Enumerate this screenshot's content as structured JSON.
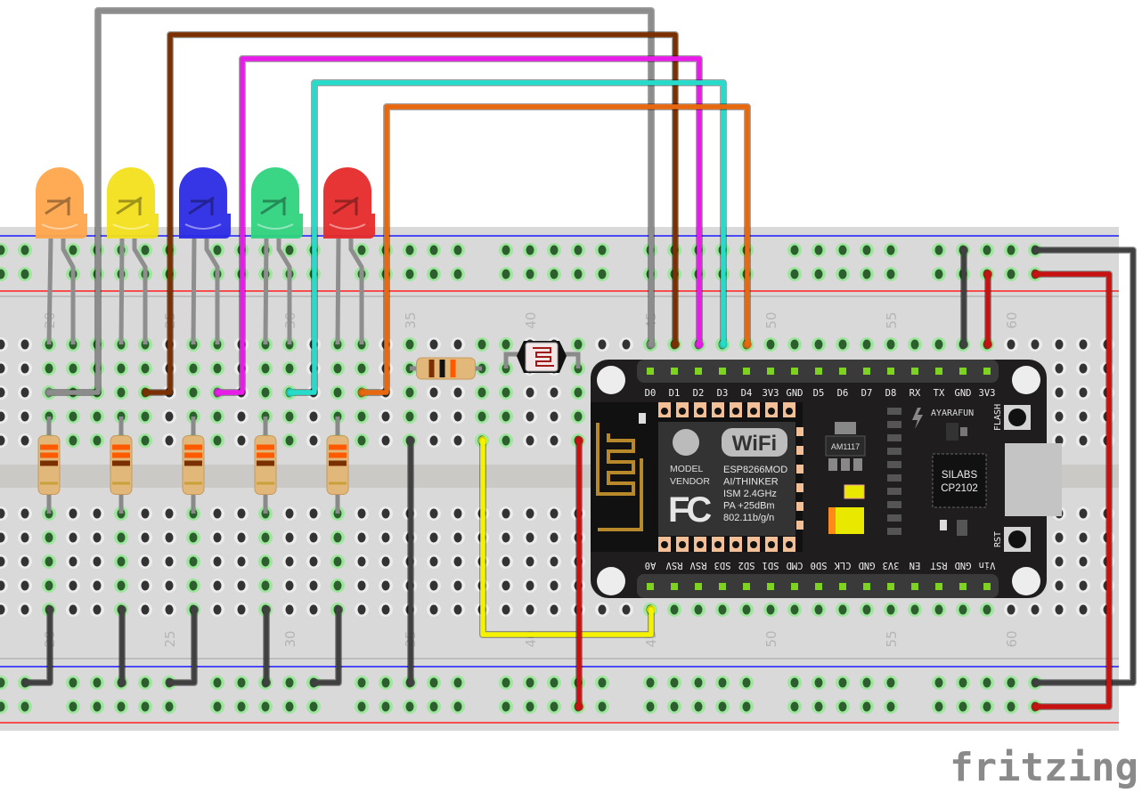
{
  "breadboard": {
    "column_numbers_top": [
      "20",
      "25",
      "30",
      "35",
      "40",
      "45",
      "50",
      "55",
      "60"
    ],
    "column_numbers_bottom": [
      "20",
      "25",
      "30",
      "35",
      "40",
      "45",
      "50",
      "55",
      "60"
    ]
  },
  "leds": [
    {
      "color_name": "orange",
      "color": "#ffa64d"
    },
    {
      "color_name": "yellow",
      "color": "#f3e01e"
    },
    {
      "color_name": "blue",
      "color": "#2b2be6"
    },
    {
      "color_name": "green",
      "color": "#2fd47f"
    },
    {
      "color_name": "red",
      "color": "#e62a2a"
    }
  ],
  "wires": [
    {
      "name": "gray",
      "color": "#8c8c8c"
    },
    {
      "name": "brown",
      "color": "#7a3000"
    },
    {
      "name": "magenta",
      "color": "#e81ce8"
    },
    {
      "name": "cyan",
      "color": "#25dccb"
    },
    {
      "name": "orange",
      "color": "#e8680f"
    },
    {
      "name": "black",
      "color": "#404040"
    },
    {
      "name": "yellow",
      "color": "#f5f200"
    },
    {
      "name": "red",
      "color": "#c81212"
    }
  ],
  "board": {
    "top_pins": [
      "D0",
      "D1",
      "D2",
      "D3",
      "D4",
      "3V3",
      "GND",
      "D5",
      "D6",
      "D7",
      "D8",
      "RX",
      "TX",
      "GND",
      "3V3"
    ],
    "bottom_pins": [
      "A0",
      "RSV",
      "RSV",
      "SD3",
      "SD2",
      "SD1",
      "CMD",
      "SD0",
      "CLK",
      "GND",
      "3V3",
      "EN",
      "RST",
      "GND",
      "Vin"
    ],
    "module": {
      "wifi_logo": "WiFi",
      "model_label": "MODEL",
      "vendor_label": "VENDOR",
      "fc_logo": "FC",
      "lines": [
        "ESP8266MOD",
        "AI/THINKER",
        "ISM 2.4GHz",
        "PA +25dBm",
        "802.11b/g/n"
      ]
    },
    "regulator": "AM1117",
    "brand": "AYARAFUN",
    "usb_chip": [
      "SILABS",
      "CP2102"
    ],
    "flash_button": "FLASH",
    "reset_button": "RST"
  },
  "logo": "fritzing"
}
